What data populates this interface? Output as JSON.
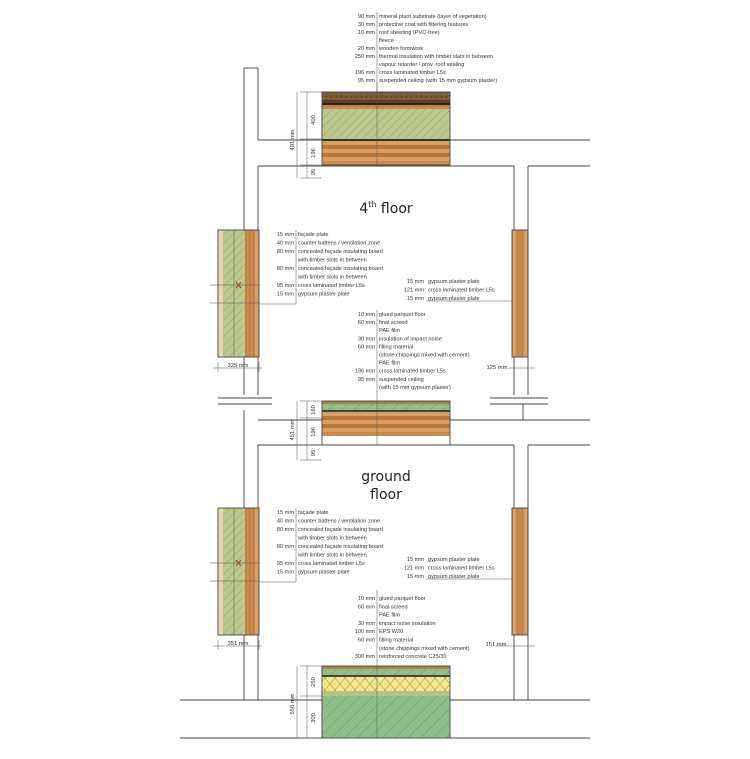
{
  "floor_labels": {
    "fourth_number": "4",
    "fourth_sup": "th",
    "fourth_word": " floor",
    "ground_line1": "ground",
    "ground_line2": "floor"
  },
  "roof": {
    "layers": [
      {
        "t": "90 mm",
        "d": "mineral plant substrate (layer of vegetation)"
      },
      {
        "t": "30 mm",
        "d": "protective coat with filtering features"
      },
      {
        "t": "10 mm",
        "d": "roof sheeting (PVC-free)"
      },
      {
        "t": "",
        "d": "fleece"
      },
      {
        "t": "20 mm",
        "d": "wooden formwork"
      },
      {
        "t": "250 mm",
        "d": "thermal insulation with timber slats in between"
      },
      {
        "t": "",
        "d": "vapour retarder / prov. roof sealing"
      },
      {
        "t": "196 mm",
        "d": "cross laminated timber L5s"
      },
      {
        "t": "95 mm",
        "d": "suspended ceiling (with 15 mm gypsum plaster)"
      }
    ],
    "dims": [
      "400",
      "491 mm",
      "196",
      "95"
    ]
  },
  "wall_4th": {
    "layers": [
      {
        "t": "15 mm",
        "d": "façade plate"
      },
      {
        "t": "40 mm",
        "d": "counter battens / ventilation zone"
      },
      {
        "t": "80 mm",
        "d": "concealed façade insulating board"
      },
      {
        "t": "",
        "d": "with timber slots in between"
      },
      {
        "t": "80 mm",
        "d": "concealed façade insulating board"
      },
      {
        "t": "",
        "d": "with timber slots in between"
      },
      {
        "t": "95 mm",
        "d": "cross laminated timber L5s"
      },
      {
        "t": "15 mm",
        "d": "gypsum plaster plate"
      }
    ],
    "dim": "325 mm"
  },
  "inner_wall_4th": {
    "layers": [
      {
        "t": "15 mm",
        "d": "gypsum plaster plate"
      },
      {
        "t": "121 mm",
        "d": "cross laminated timber L5s"
      },
      {
        "t": "15 mm",
        "d": "gypsum plaster plate"
      }
    ],
    "dim": "125 mm"
  },
  "mid_floor": {
    "layers": [
      {
        "t": "10 mm",
        "d": "glued parquet floor"
      },
      {
        "t": "60 mm",
        "d": "final screed"
      },
      {
        "t": "",
        "d": "PAE film"
      },
      {
        "t": "30 mm",
        "d": "insulation of impact noise"
      },
      {
        "t": "60 mm",
        "d": "filling material"
      },
      {
        "t": "",
        "d": "(stone chippings mixed with cement)"
      },
      {
        "t": "",
        "d": "PAE film"
      },
      {
        "t": "196 mm",
        "d": "cross laminated timber L5s"
      },
      {
        "t": "95 mm",
        "d": "suspended ceiling"
      },
      {
        "t": "",
        "d": "(with 15 mm gypsum plaster)"
      }
    ],
    "dims": [
      "160",
      "451 mm",
      "196",
      "95"
    ]
  },
  "wall_ground": {
    "layers": [
      {
        "t": "15 mm",
        "d": "façade plate"
      },
      {
        "t": "40 mm",
        "d": "counter battens / ventilation zone"
      },
      {
        "t": "80 mm",
        "d": "concealed façade insulating board"
      },
      {
        "t": "",
        "d": "with timber slots in between"
      },
      {
        "t": "80 mm",
        "d": "concealed façade insulating board"
      },
      {
        "t": "",
        "d": "with timber slots in between"
      },
      {
        "t": "95 mm",
        "d": "cross laminated timber L5s"
      },
      {
        "t": "15 mm",
        "d": "gypsum plaster plate"
      }
    ],
    "dim": "351 mm"
  },
  "inner_wall_ground": {
    "layers": [
      {
        "t": "15 mm",
        "d": "gypsum plaster plate"
      },
      {
        "t": "121 mm",
        "d": "cross laminated timber L5s"
      },
      {
        "t": "15 mm",
        "d": "gypsum plaster plate"
      }
    ],
    "dim": "151 mm"
  },
  "ground_slab": {
    "layers": [
      {
        "t": "10 mm",
        "d": "glued parquet floor"
      },
      {
        "t": "60 mm",
        "d": "final screed"
      },
      {
        "t": "",
        "d": "PAE film"
      },
      {
        "t": "30 mm",
        "d": "impact noise insulation"
      },
      {
        "t": "100 mm",
        "d": "EPS W20"
      },
      {
        "t": "60 mm",
        "d": "filling material"
      },
      {
        "t": "",
        "d": "(stone chippings mixed with cement)"
      },
      {
        "t": "300 mm",
        "d": "reinforced concrete C25/30"
      }
    ],
    "dims": [
      "250",
      "550 mm",
      "300"
    ]
  },
  "colors": {
    "timber": "#c98a4e",
    "timber_dark": "#8a4b1f",
    "insulation": "#b9c48a",
    "green_substrate": "#6f8a4a",
    "concrete": "#8fbf8a",
    "eps": "#f3e98a",
    "line": "#444444"
  }
}
